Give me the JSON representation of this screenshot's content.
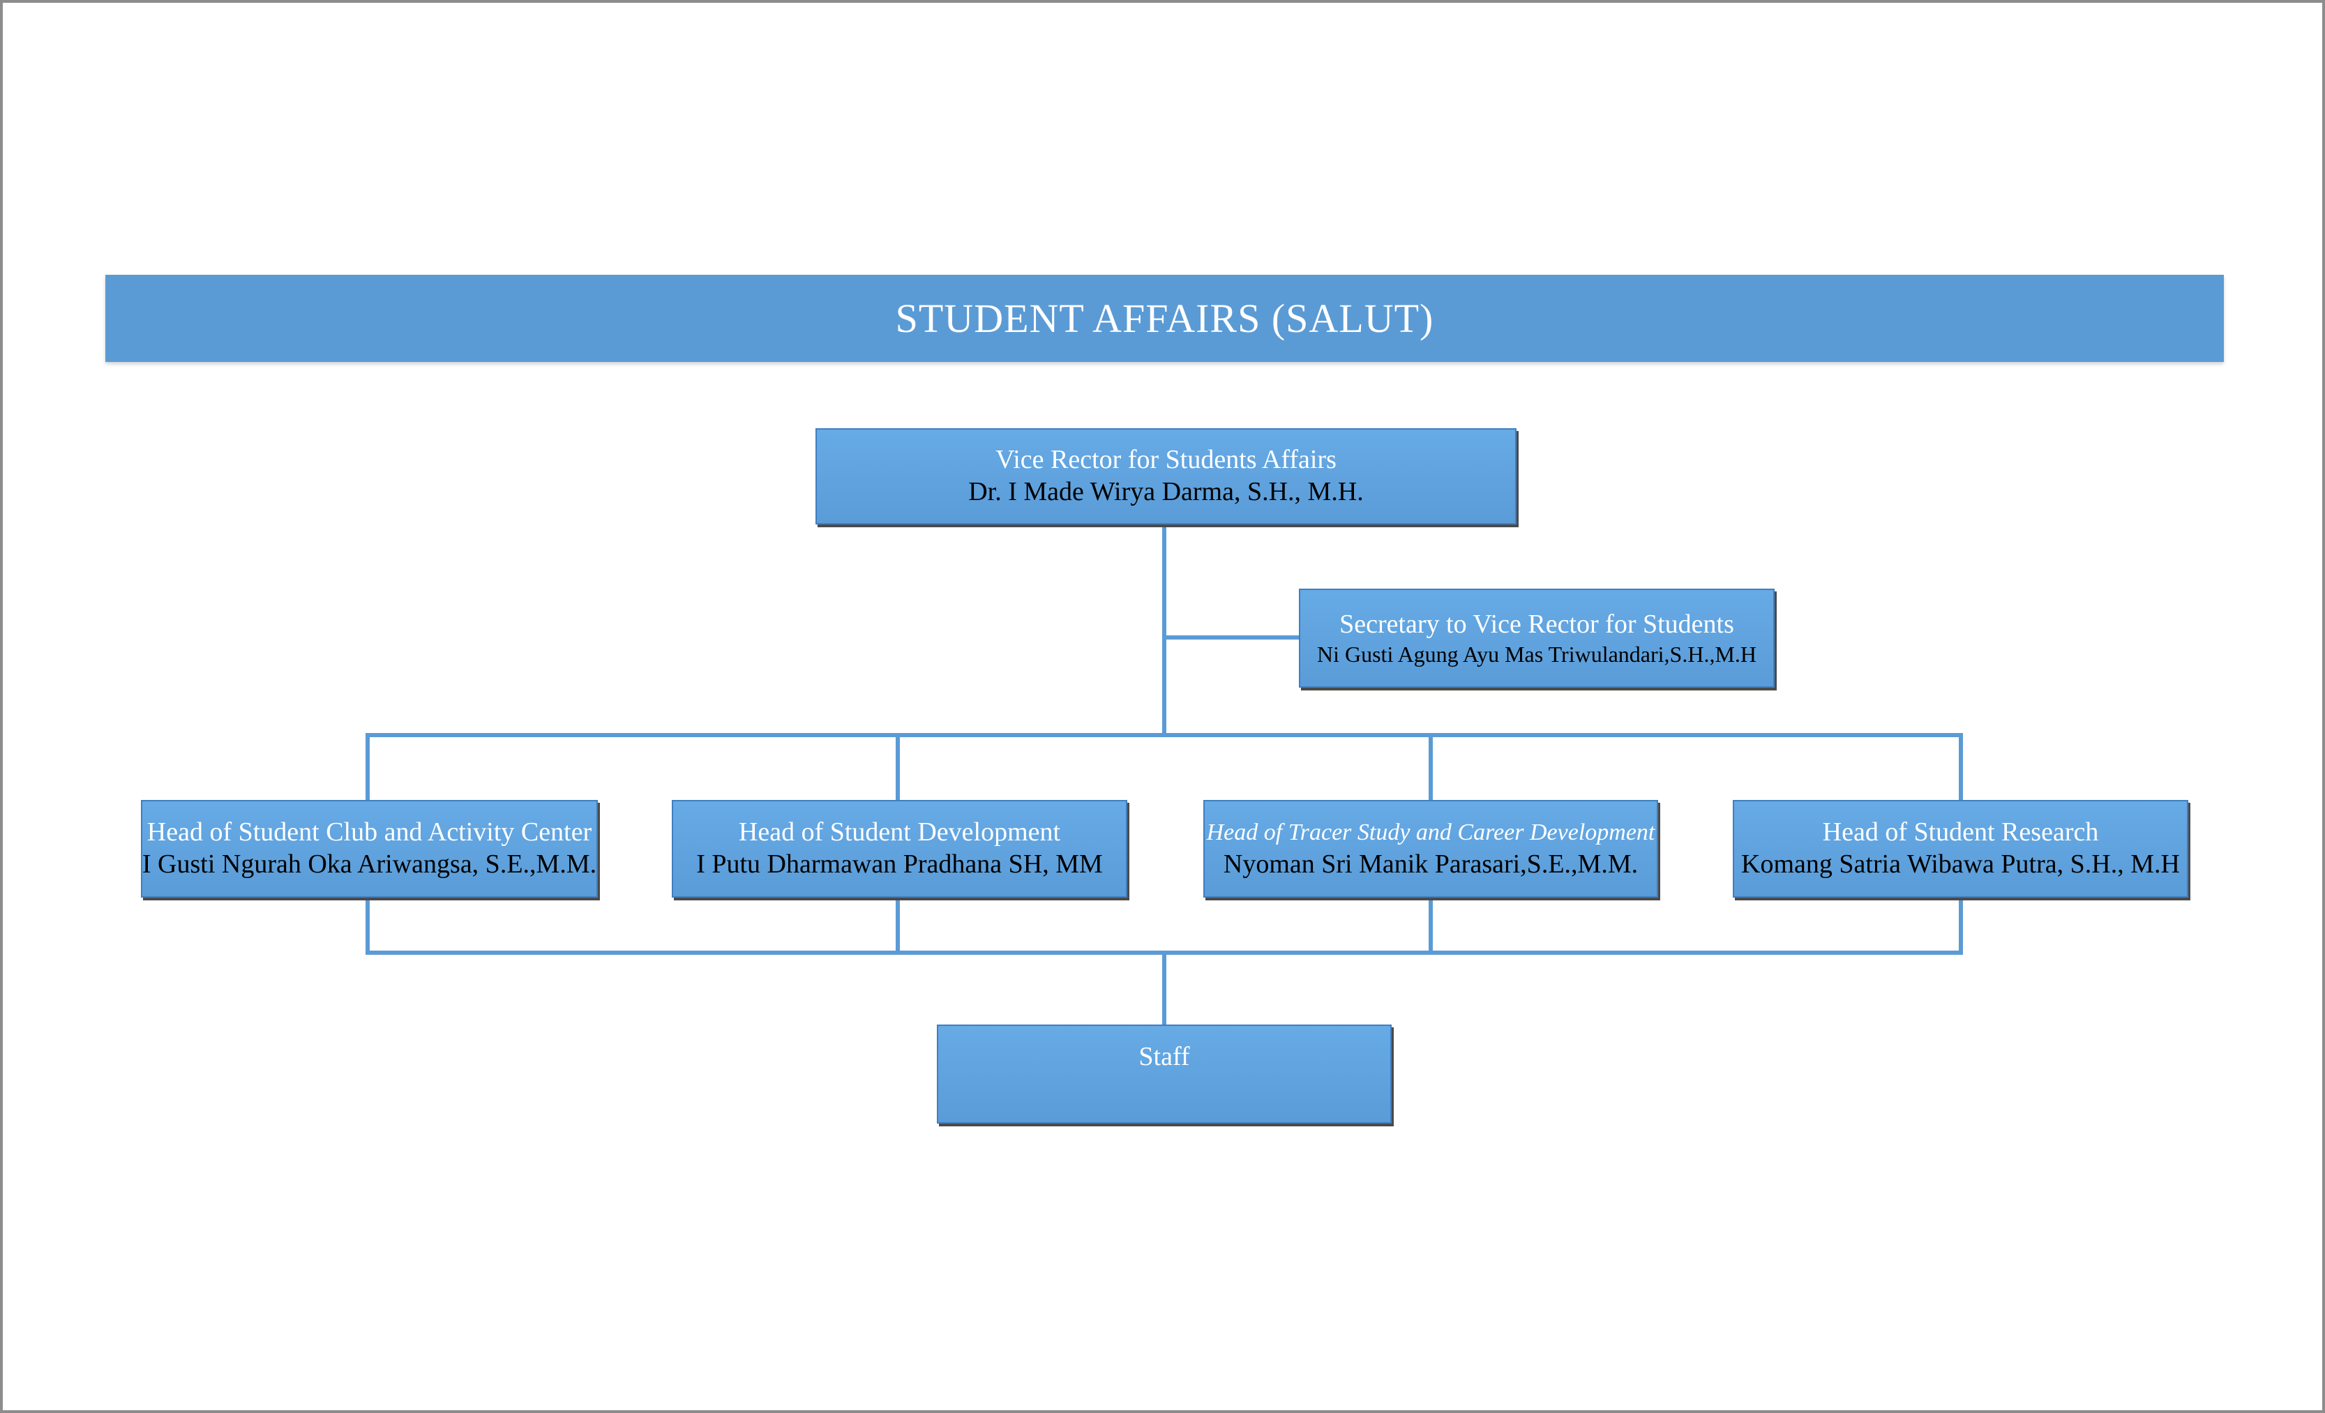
{
  "title": "STUDENT AFFAIRS (SALUT)",
  "colors": {
    "banner": "#5b9bd5",
    "box_fill": "#5fa3df",
    "box_border": "#3f7fc0",
    "connector": "#5b9bd5",
    "role_text": "#ffffff",
    "name_text": "#000000"
  },
  "nodes": {
    "vice_rector": {
      "role": "Vice Rector for Students Affairs",
      "name": "Dr. I Made Wirya Darma, S.H., M.H."
    },
    "secretary": {
      "role": "Secretary to Vice Rector for Students",
      "name": "Ni Gusti Agung Ayu Mas Triwulandari,S.H.,M.H"
    },
    "club": {
      "role": "Head of Student Club and Activity Center",
      "name": "I Gusti Ngurah Oka Ariwangsa, S.E.,M.M."
    },
    "development": {
      "role": "Head of Student Development",
      "name": "I Putu Dharmawan Pradhana SH, MM"
    },
    "tracer": {
      "role": "Head of Tracer Study and Career Development",
      "name": "Nyoman Sri Manik Parasari,S.E.,M.M."
    },
    "research": {
      "role": "Head of Student Research",
      "name": "Komang Satria Wibawa Putra, S.H., M.H"
    },
    "staff": {
      "role": "Staff"
    }
  },
  "edges": [
    [
      "vice_rector",
      "secretary"
    ],
    [
      "vice_rector",
      "club"
    ],
    [
      "vice_rector",
      "development"
    ],
    [
      "vice_rector",
      "tracer"
    ],
    [
      "vice_rector",
      "research"
    ],
    [
      "club",
      "staff"
    ],
    [
      "development",
      "staff"
    ],
    [
      "tracer",
      "staff"
    ],
    [
      "research",
      "staff"
    ]
  ]
}
